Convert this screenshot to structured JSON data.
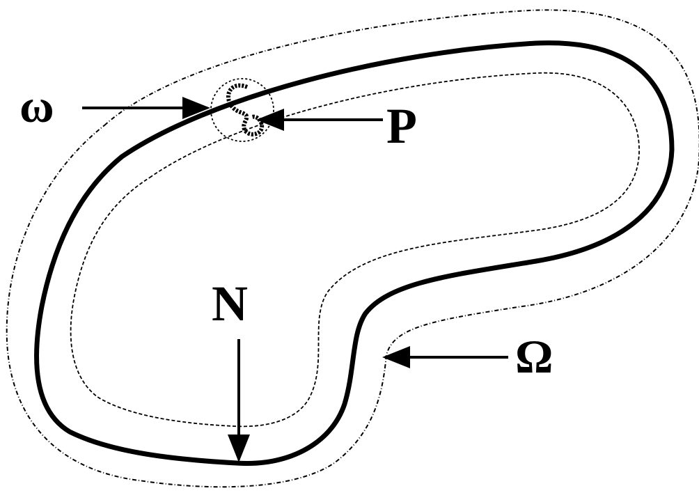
{
  "labels": {
    "omega_small": "ω",
    "p": "P",
    "n": "N",
    "omega_capital": "Ω"
  },
  "colors": {
    "stroke": "#000000",
    "background": "#ffffff"
  }
}
